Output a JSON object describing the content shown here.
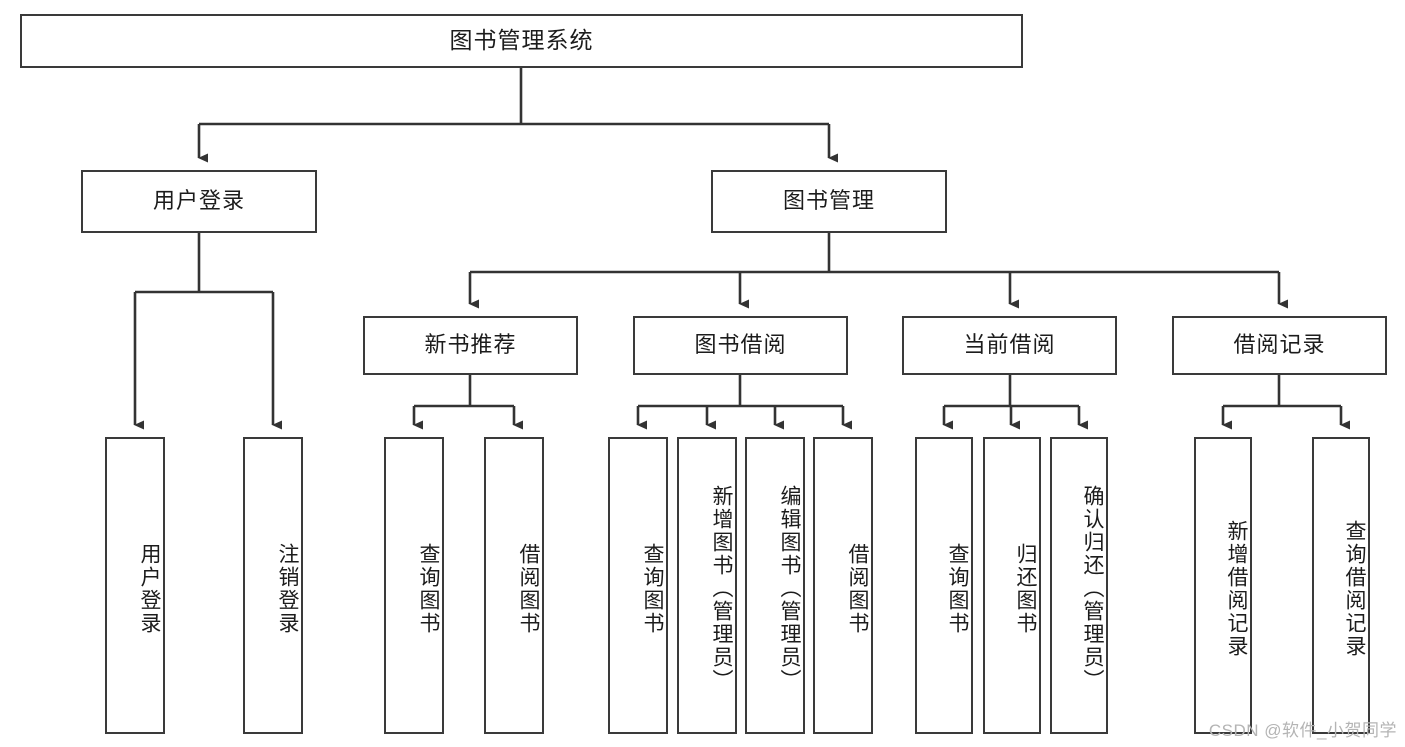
{
  "diagram": {
    "type": "hierarchy-tree",
    "title": "图书管理系统",
    "watermark": "CSDN @软件_小贺同学",
    "colors": {
      "box_border": "#3a3a3a",
      "box_fill": "#ffffff",
      "connector": "#333333",
      "text": "#1c1c1c",
      "watermark": "#b4b4b4"
    },
    "nodes": {
      "root": {
        "label": "图书管理系统"
      },
      "level2": [
        {
          "label": "用户登录"
        },
        {
          "label": "图书管理"
        }
      ],
      "level3": [
        {
          "label": "新书推荐"
        },
        {
          "label": "图书借阅"
        },
        {
          "label": "当前借阅"
        },
        {
          "label": "借阅记录"
        }
      ],
      "leaves": {
        "user_login": [
          {
            "label": "用户登录"
          },
          {
            "label": "注销登录"
          }
        ],
        "new_book": [
          {
            "label": "查询图书"
          },
          {
            "label": "借阅图书"
          }
        ],
        "book_borrow": [
          {
            "label": "查询图书"
          },
          {
            "label": "新增图书（管理员）"
          },
          {
            "label": "编辑图书（管理员）"
          },
          {
            "label": "借阅图书"
          }
        ],
        "current_borrow": [
          {
            "label": "查询图书"
          },
          {
            "label": "归还图书"
          },
          {
            "label": "确认归还（管理员）"
          }
        ],
        "borrow_record": [
          {
            "label": "新增借阅记录"
          },
          {
            "label": "查询借阅记录"
          }
        ]
      }
    }
  }
}
